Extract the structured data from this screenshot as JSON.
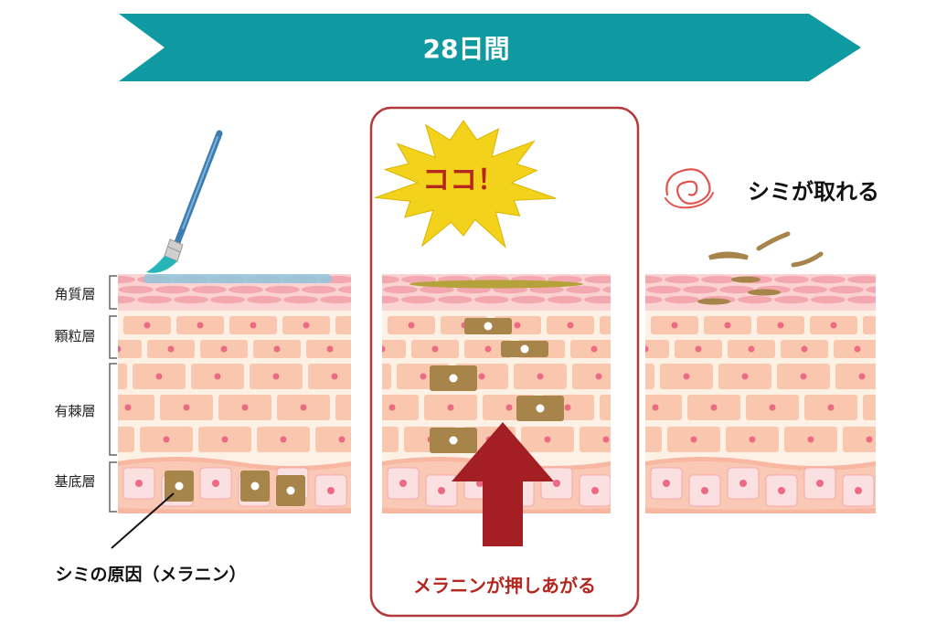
{
  "banner": {
    "text": "28日間",
    "color": "#0e9aa0"
  },
  "layers": [
    "角質層",
    "顆粒層",
    "有棘層",
    "基底層"
  ],
  "annotations": {
    "cause": "シミの原因（メラニン）",
    "here": "ココ！",
    "push_up": "メラニンが押しあがる",
    "removed": "シミが取れる"
  },
  "colors": {
    "highlight_frame": "#b03a3a",
    "arrow": "#a31f24",
    "burst": "#f2d21b",
    "melanin": "#a6844a",
    "stratum_corneum": "#f3a7ae",
    "cell": "#f9c7ae",
    "cell_nucleus": "#ec6a83",
    "basal_cell": "#fbe0e2",
    "brush_handle": "#3c7eb4",
    "brush_tip": "#27b6b8"
  },
  "icons": [
    "paintbrush-icon",
    "swirl-icon",
    "up-arrow-icon",
    "starburst-icon"
  ]
}
